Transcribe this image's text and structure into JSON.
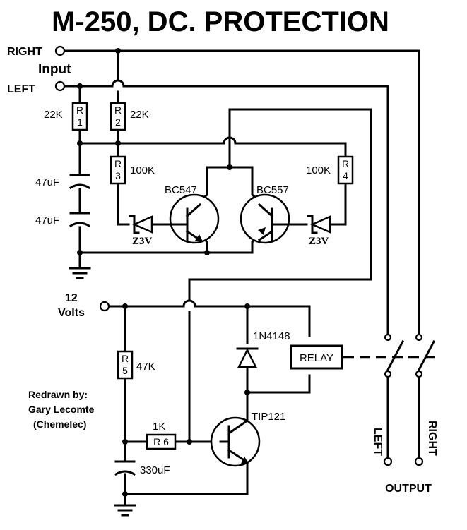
{
  "title": "M-250,  DC. PROTECTION",
  "inputs": {
    "right": "RIGHT",
    "input": "Input",
    "left": "LEFT"
  },
  "supply": {
    "line1": "12",
    "line2": "Volts"
  },
  "resistors": {
    "r1": {
      "letter": "R",
      "num": "1",
      "value": "22K"
    },
    "r2": {
      "letter": "R",
      "num": "2",
      "value": "22K"
    },
    "r3": {
      "letter": "R",
      "num": "3",
      "value": "100K"
    },
    "r4": {
      "letter": "R",
      "num": "4",
      "value": "100K"
    },
    "r5": {
      "letter": "R",
      "num": "5",
      "value": "47K"
    },
    "r6": {
      "label": "R 6",
      "value": "1K"
    }
  },
  "capacitors": {
    "c1": "47uF",
    "c2": "47uF",
    "c3": "330uF"
  },
  "semiconductors": {
    "q1": "BC547",
    "q2": "BC557",
    "q3": "TIP121",
    "z1": "Z3V",
    "z2": "Z3V",
    "d1": "1N4148"
  },
  "relay": "RELAY",
  "outputs": {
    "left": "LEFT",
    "right": "RIGHT",
    "label": "OUTPUT"
  },
  "credit": {
    "line1": "Redrawn by:",
    "line2": "Gary Lecomte",
    "line3": "(Chemelec)"
  }
}
